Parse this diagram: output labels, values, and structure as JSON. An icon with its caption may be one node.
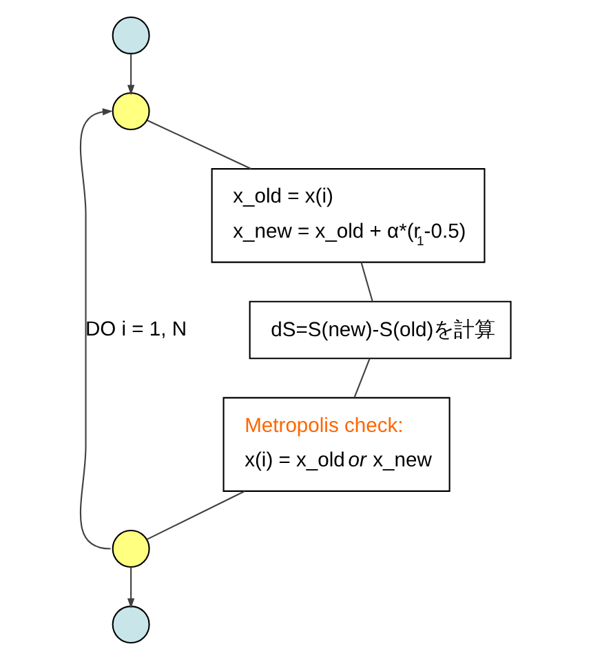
{
  "diagram": {
    "nodes": [
      {
        "text": [],
        "shape": "circle"
      },
      {
        "text": [],
        "shape": "circle"
      },
      {
        "text": [
          "x_old = x(i)",
          "x_new = x_old + α*(r$_{1}$-0.5)"
        ]
      },
      {
        "text": [
          "dS=S(new)-S(old)を計算"
        ]
      },
      {
        "text": [
          "Metropolis check:",
          "x(i) = x_old *or* x_new"
        ]
      },
      {
        "text": [],
        "shape": "circle"
      },
      {
        "text": [],
        "shape": "circle"
      }
    ],
    "edges": [
      {
        "from": 0,
        "to": 1,
        "arrow": "to"
      },
      {
        "from": 1,
        "to": 2,
        "arrow": "none"
      },
      {
        "from": 2,
        "to": 3,
        "arrow": "none"
      },
      {
        "from": 3,
        "to": 4,
        "arrow": "none"
      },
      {
        "from": 4,
        "to": 5,
        "arrow": "none"
      },
      {
        "from": 5,
        "to": 1,
        "arrow": "to",
        "label": "DO i = 1, N"
      },
      {
        "from": 5,
        "to": 6,
        "arrow": "to"
      }
    ]
  }
}
